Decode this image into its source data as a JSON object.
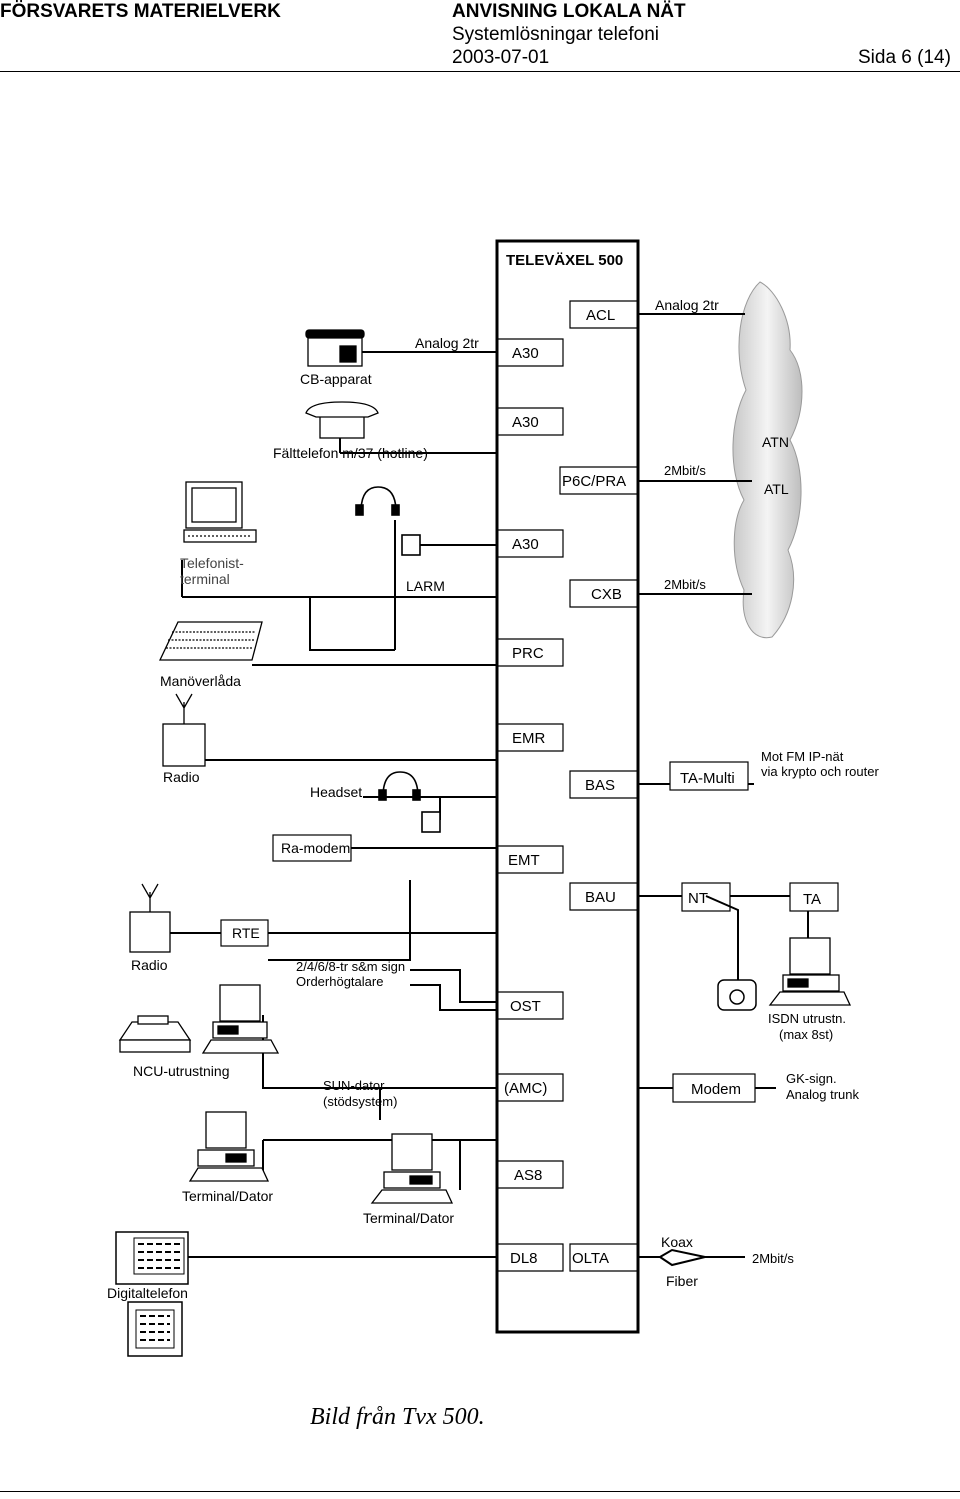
{
  "header": {
    "org": "FÖRSVARETS MATERIELVERK",
    "doc_title": "ANVISNING LOKALA NÄT",
    "doc_subtitle": "Systemlösningar telefoni",
    "date": "2003-07-01",
    "page": "Sida 6 (14)"
  },
  "diagram": {
    "switch_title": "TELEVÄXEL 500",
    "units": {
      "acl": "ACL",
      "a30_1": "A30",
      "a30_2": "A30",
      "p6c": "P6C/PRA",
      "a30_3": "A30",
      "cxb": "CXB",
      "prc": "PRC",
      "emr": "EMR",
      "bas": "BAS",
      "ta_multi": "TA-Multi",
      "emt": "EMT",
      "bau": "BAU",
      "nt": "NT",
      "ta": "TA",
      "ost": "OST",
      "amc": "(AMC)",
      "modem": "Modem",
      "as8": "AS8",
      "dl8": "DL8",
      "olta": "OLTA",
      "rte": "RTE",
      "ra_modem": "Ra-modem",
      "atn": "ATN",
      "atl": "ATL"
    },
    "labels": {
      "analog_2tr_left": "Analog 2tr",
      "analog_2tr_right": "Analog 2tr",
      "cb_apparat": "CB-apparat",
      "falttelefon": "Fälttelefon m/37 (hotline)",
      "mbit_1": "2Mbit/s",
      "mbit_2": "2Mbit/s",
      "mbit_3": "2Mbit/s",
      "telefonist_1": "Telefonist-",
      "telefonist_2": "terminal",
      "larm": "LARM",
      "manoverlada": "Manöverlåda",
      "radio_1": "Radio",
      "headset": "Headset",
      "fm_ip_1": "Mot FM IP-nät",
      "fm_ip_2": "via krypto och router",
      "radio_2": "Radio",
      "sign_1": "2/4/6/8-tr s&m sign",
      "sign_2": "Orderhögtalare",
      "isdn_1": "ISDN utrustn.",
      "isdn_2": "(max 8st)",
      "ncu": "NCU-utrustning",
      "sun_1": "SUN-dator",
      "sun_2": "(stödsystem)",
      "gk_1": "GK-sign.",
      "gk_2": "Analog trunk",
      "terminal_dator_1": "Terminal/Dator",
      "terminal_dator_2": "Terminal/Dator",
      "koax": "Koax",
      "fiber": "Fiber",
      "digitaltelefon": "Digitaltelefon"
    },
    "icons": [
      "desk-phone-icon",
      "field-telephone-icon",
      "computer-terminal-icon",
      "headset-icon",
      "keyboard-panel-icon",
      "radio-antenna-icon",
      "printer-icon",
      "cloud-icon",
      "digital-phone-icon"
    ]
  },
  "caption": "Bild från Tvx 500."
}
